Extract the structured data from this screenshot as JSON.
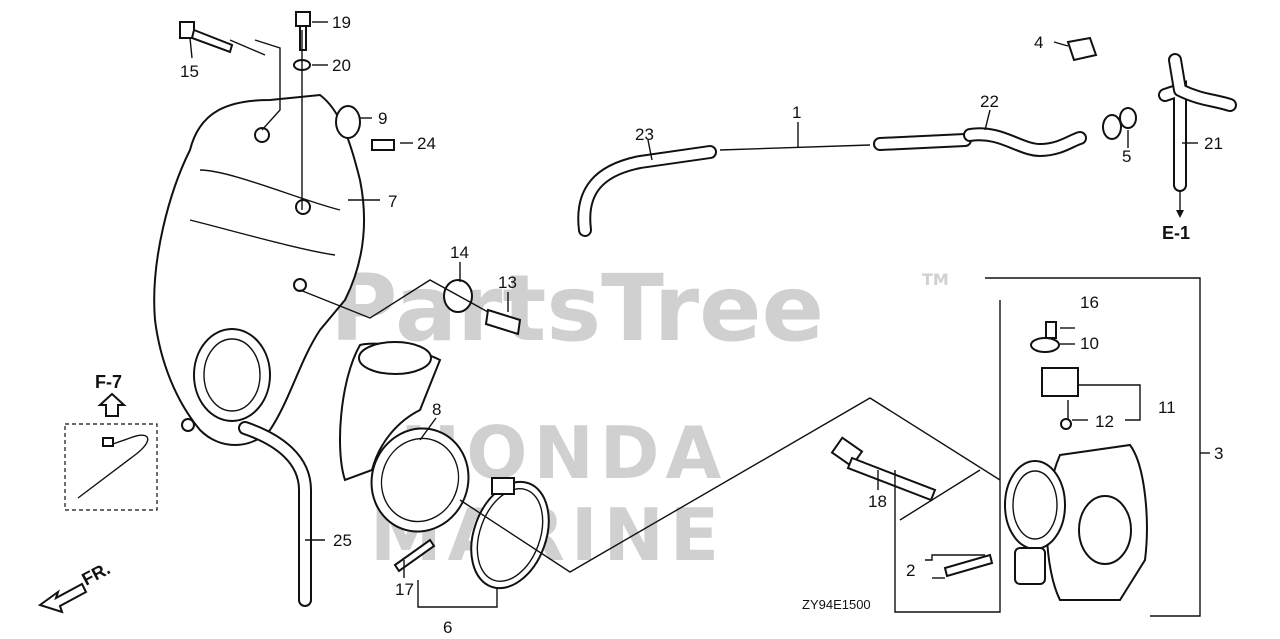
{
  "watermark": {
    "brand": "PartsTree",
    "tm": "TM",
    "honda": "HONDA",
    "marine": "MARINE"
  },
  "diagram_code": "ZY94E1500",
  "direction": "FR.",
  "references": {
    "f7": "F-7",
    "e1": "E-1"
  },
  "callouts": [
    "1",
    "2",
    "3",
    "4",
    "5",
    "6",
    "7",
    "8",
    "9",
    "10",
    "11",
    "12",
    "13",
    "14",
    "15",
    "16",
    "17",
    "18",
    "19",
    "20",
    "21",
    "22",
    "23",
    "24",
    "25"
  ]
}
